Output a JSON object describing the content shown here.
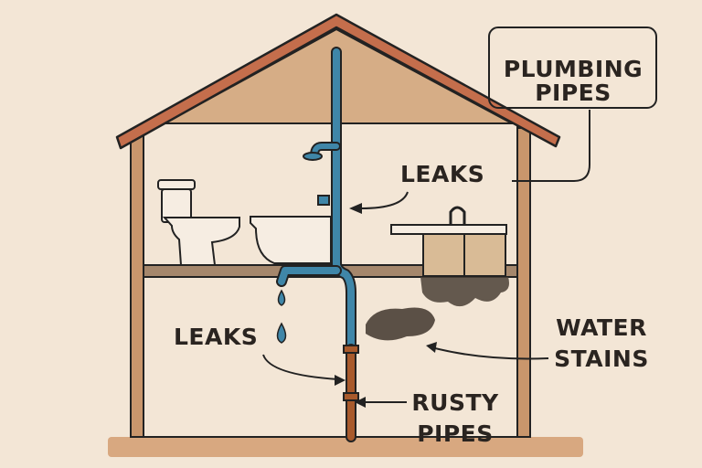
{
  "labels": {
    "plumbing_pipes": [
      "PLUMBING",
      "PIPES"
    ],
    "leaks_upper": "LEAKS",
    "leaks_lower": "LEAKS",
    "water_stains": [
      "WATER",
      "STAINS"
    ],
    "rusty_pipes": [
      "RUSTY",
      "PIPES"
    ]
  },
  "colors": {
    "background": "#f3e6d6",
    "roof": "#c46e4c",
    "attic": "#d6ad86",
    "wall": "#c9966c",
    "pipe": "#3f86a8",
    "rust": "#a85a2c",
    "stain": "#4a3f36"
  }
}
